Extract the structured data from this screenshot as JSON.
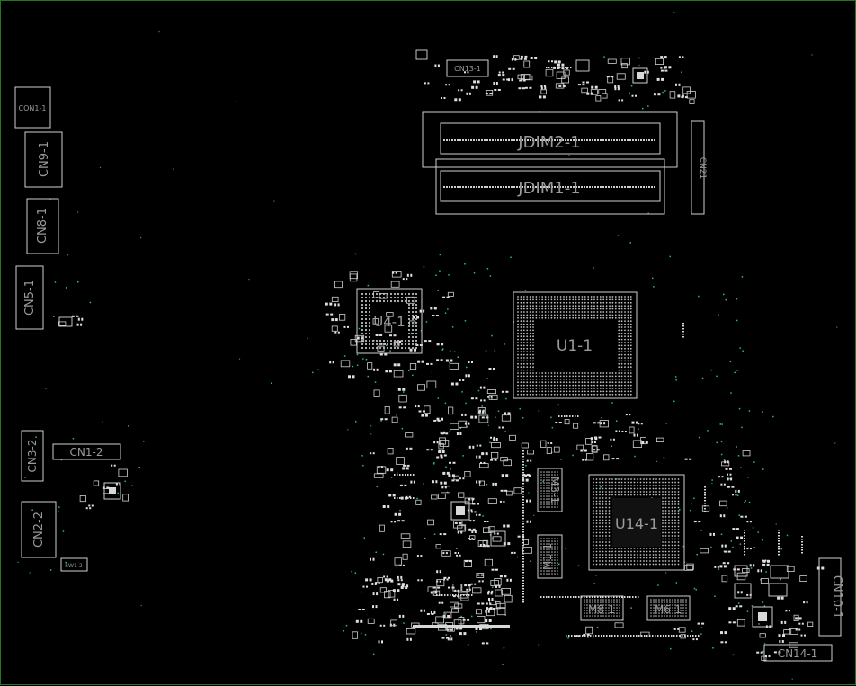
{
  "colors": {
    "background": "#000000",
    "border": "#1f7a1f",
    "silk": "#cfcfcf",
    "label": "#9a9a9a",
    "via": "#2fb39a"
  },
  "labels": {
    "con1": "CON1-1",
    "cn9": "CN9-1",
    "cn8": "CN8-1",
    "cn5": "CN5-1",
    "cn3": "CN3-2",
    "cn1": "CN1-2",
    "cn2": "CN2-2",
    "sw1": "SW1-2",
    "cn13": "CN13-1",
    "jdim2": "JDIM2-1",
    "jdim1": "JDIM1-1",
    "cn21": "CN21",
    "u4": "U4-1",
    "u1": "U1-1",
    "u14": "U14-1",
    "m3": "M3-1",
    "m1": "M1-1",
    "m8": "M8-1",
    "m6": "M6-1",
    "cn10": "CN10-1",
    "cn14": "CN14-1"
  }
}
